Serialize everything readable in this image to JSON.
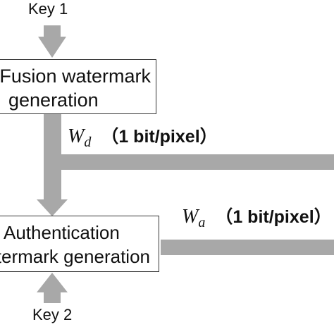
{
  "inputs": {
    "key1": "Key 1",
    "key2": "Key 2"
  },
  "boxes": {
    "fusion": {
      "line1": "Fusion watermark",
      "line2": "generation"
    },
    "authentication": {
      "line1": "Authentication",
      "line2": "watermark generation"
    }
  },
  "signals": {
    "wd": {
      "symbol": "W",
      "subscript": "d",
      "rate": "（1 bit/pixel）"
    },
    "wa": {
      "symbol": "W",
      "subscript": "a",
      "rate": "（1 bit/pixel）"
    }
  },
  "colors": {
    "arrow": "#a8a8a8",
    "box_border": "#333333",
    "text": "#111111"
  }
}
